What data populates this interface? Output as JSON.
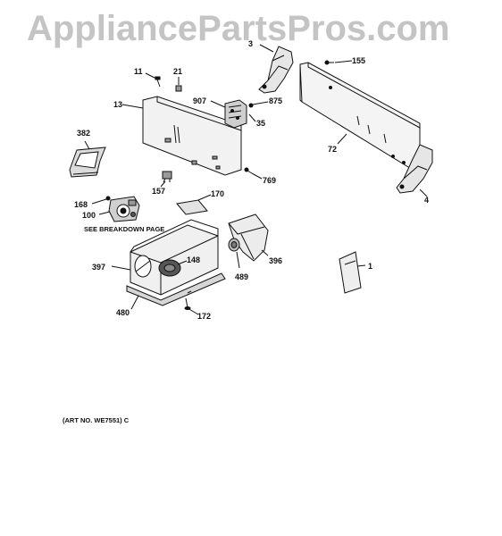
{
  "watermark": "AppliancePartsPros.com",
  "labels": {
    "p3": "3",
    "p11": "11",
    "p21": "21",
    "p155": "155",
    "p13": "13",
    "p907": "907",
    "p875": "875",
    "p35": "35",
    "p72": "72",
    "p382": "382",
    "p157": "157",
    "p769": "769",
    "p4": "4",
    "p168": "168",
    "p170": "170",
    "p100": "100",
    "p148": "148",
    "p396": "396",
    "p397": "397",
    "p489": "489",
    "p1": "1",
    "p480": "480",
    "p172": "172"
  },
  "notes": {
    "breakdown": "SEE BREAKDOWN PAGE",
    "art_no": "(ART NO. WE7551) C"
  }
}
